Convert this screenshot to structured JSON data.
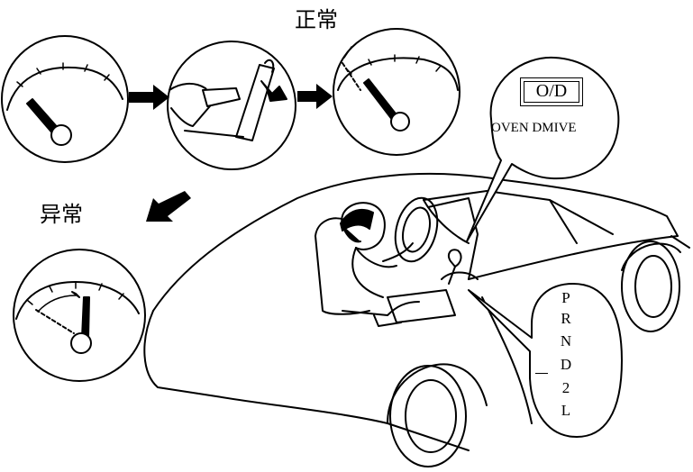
{
  "labels": {
    "normal": "正常",
    "abnormal": "异常"
  },
  "overdrive": {
    "button_text": "O/D",
    "caption": "OVEN DMIVE"
  },
  "shifter": {
    "gears": [
      "P",
      "R",
      "N",
      "D",
      "2",
      "L"
    ]
  }
}
